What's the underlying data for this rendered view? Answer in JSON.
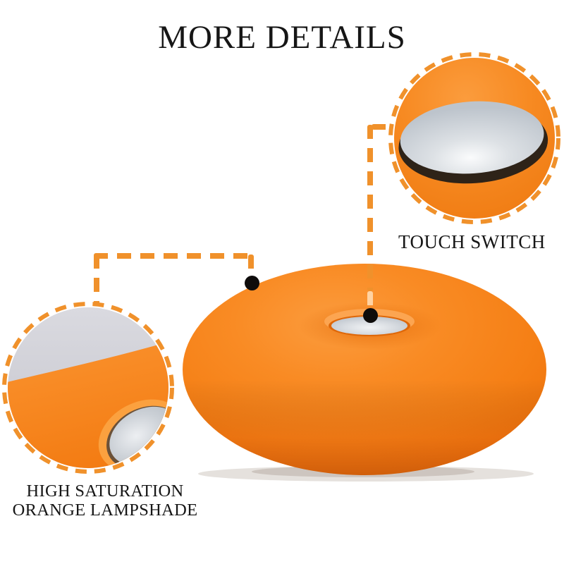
{
  "page": {
    "title": "MORE DETAILS",
    "background": "#FFFFFF"
  },
  "callouts": {
    "touch_switch": {
      "label": "TOUCH SWITCH",
      "marker": "black-dot",
      "leader_style": "orange-dashed"
    },
    "lampshade": {
      "label_line1": "HIGH SATURATION",
      "label_line2": "ORANGE LAMPSHADE",
      "marker": "black-dot",
      "leader_style": "orange-dashed"
    }
  },
  "colors": {
    "accent_orange": "#F0912B",
    "lamp_orange": "#F6861C",
    "lamp_orange_light": "#FB9B3C",
    "lamp_orange_dark": "#ED7109",
    "dome_gray": "#C9CED5",
    "shade_gray": "#CBCBD1",
    "dot_black": "#0E0C0B",
    "text": "#161616"
  }
}
